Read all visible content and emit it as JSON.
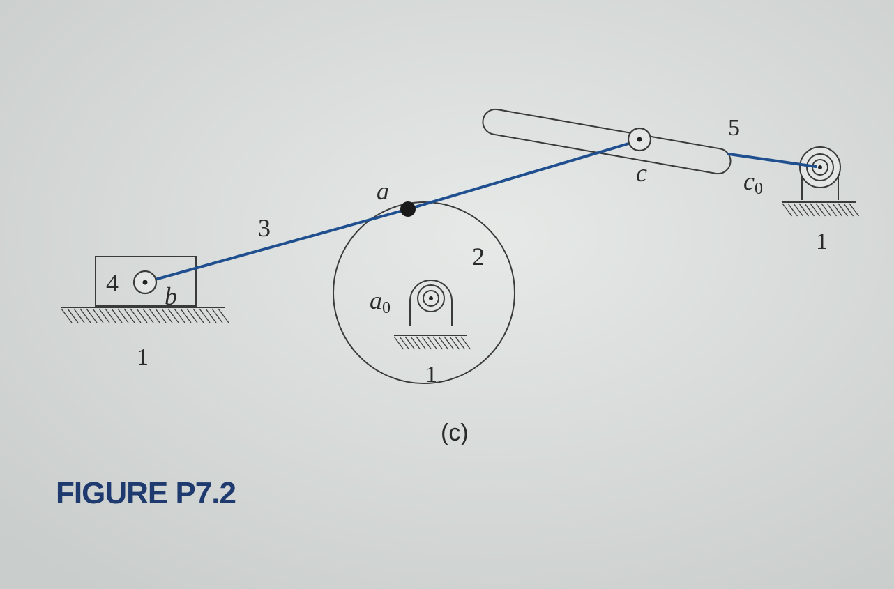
{
  "labels": {
    "link_3": "3",
    "link_2": "2",
    "link_4": "4",
    "link_5": "5",
    "point_a": "a",
    "point_b": "b",
    "point_c": "c",
    "pivot_a0_base": "a",
    "pivot_a0_sub": "0",
    "pivot_c0_base": "c",
    "pivot_c0_sub": "0",
    "ground_left": "1",
    "ground_center": "1",
    "ground_right": "1"
  },
  "subfigure_label": "(c)",
  "figure_caption": "FIGURE P7.2",
  "colors": {
    "link": "#1f4f8f",
    "outline": "#3a3a3a",
    "caption": "#1e3a6e",
    "paper": "#d9dcda"
  }
}
